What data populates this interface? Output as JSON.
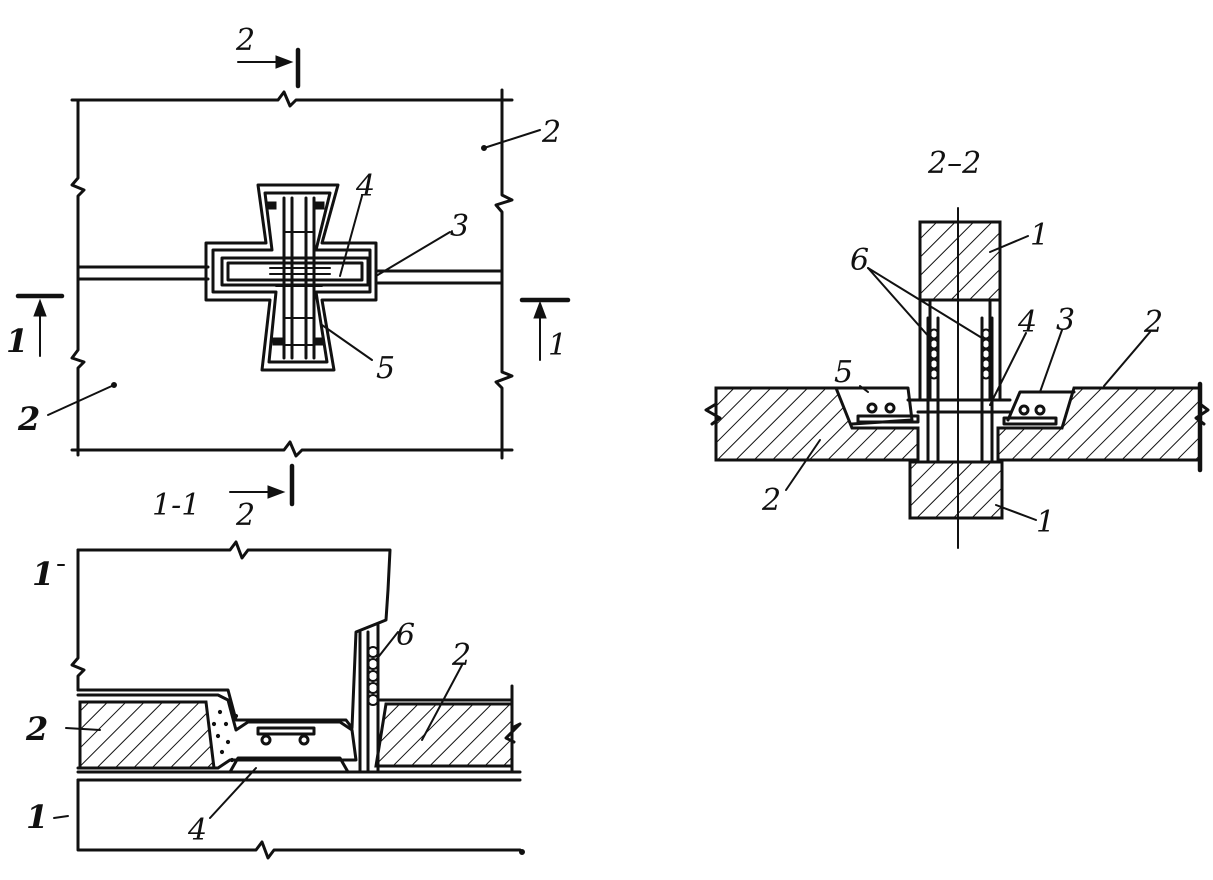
{
  "sections": {
    "top": {
      "cut_1": "1",
      "cut_2": "2"
    },
    "s11": {
      "title": "1-1"
    },
    "s22": {
      "title": "2–2"
    }
  },
  "labels": {
    "top": {
      "l1": "1",
      "l2a": "2",
      "l2b": "2",
      "l3": "3",
      "l4": "4",
      "l5": "5"
    },
    "s11": {
      "l1a": "1",
      "l1b": "1",
      "l2a": "2",
      "l2b": "2",
      "l4": "4",
      "l6": "6"
    },
    "s22": {
      "l1a": "1",
      "l1b": "1",
      "l2a": "2",
      "l2b": "2",
      "l3": "3",
      "l4": "4",
      "l5": "5",
      "l6": "6"
    }
  }
}
